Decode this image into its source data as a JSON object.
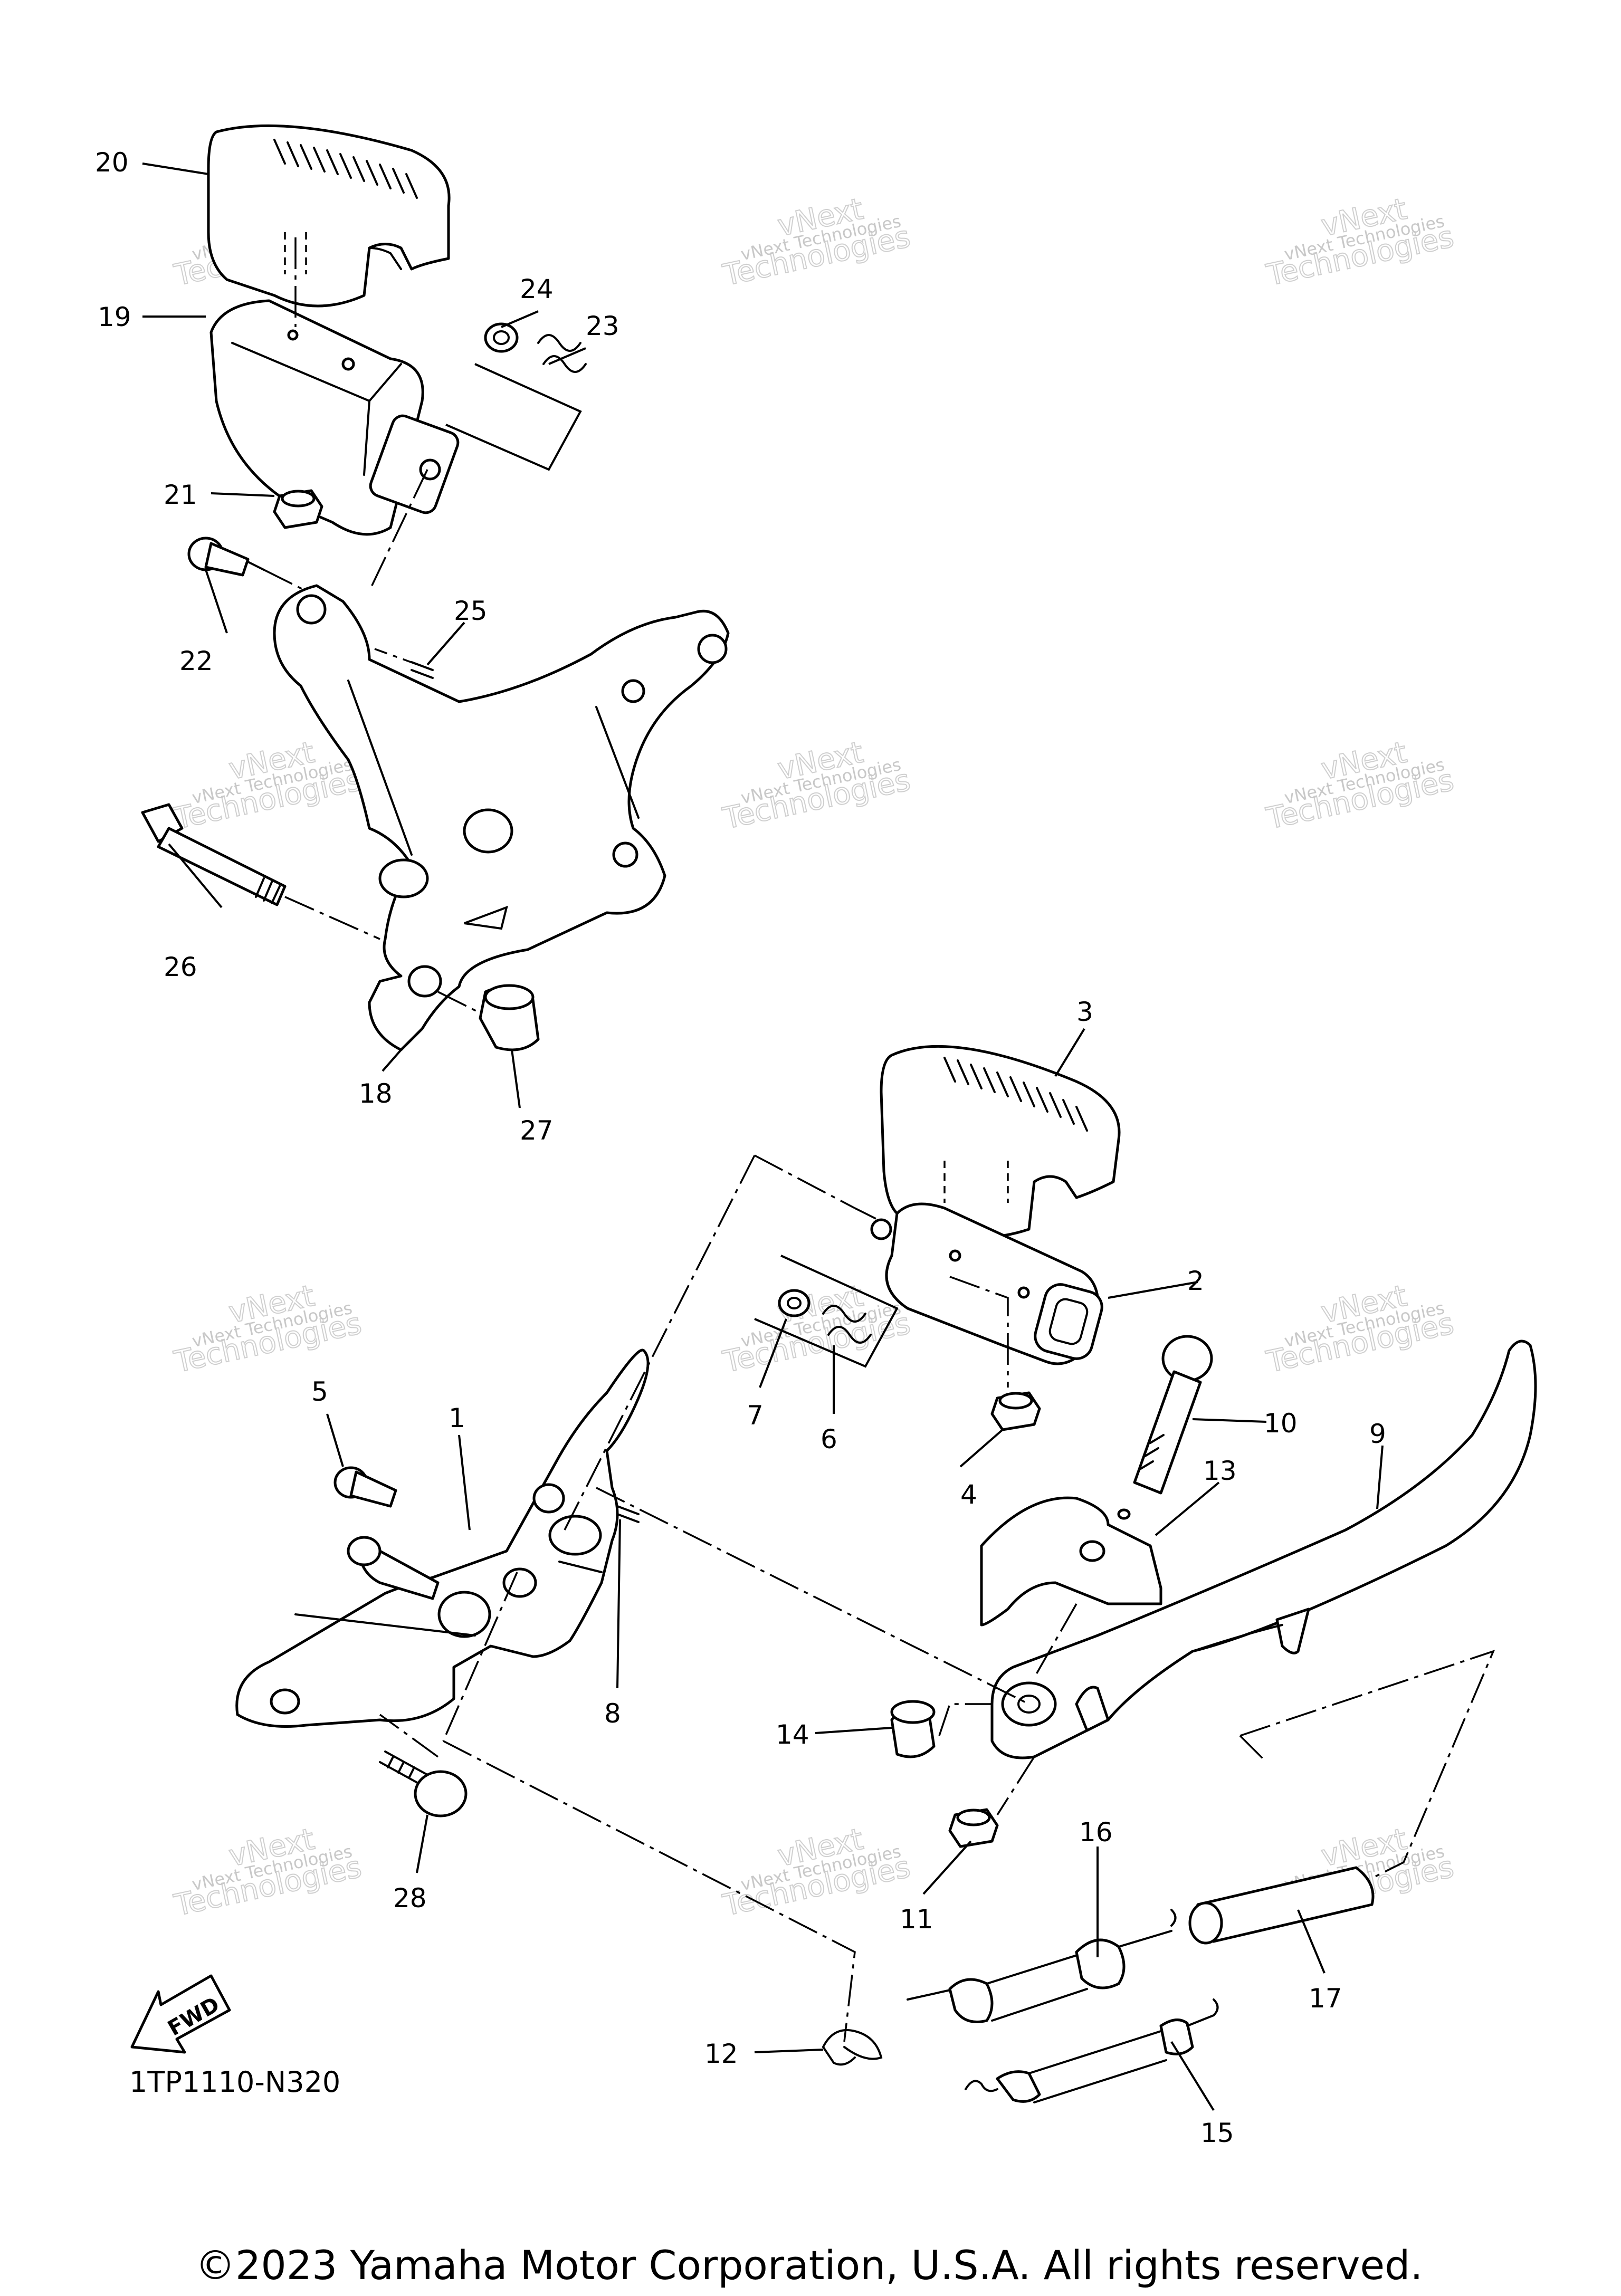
{
  "diagram_code": "1TP1110-N320",
  "copyright": "©2023 Yamaha Motor Corporation, U.S.A. All rights reserved.",
  "fwd_label": "FWD",
  "watermark": {
    "line1": "vNext Technologies",
    "line2": "vNext",
    "line3": "Technologies"
  },
  "callouts": [
    {
      "id": "1",
      "label": "1"
    },
    {
      "id": "2",
      "label": "2"
    },
    {
      "id": "3",
      "label": "3"
    },
    {
      "id": "4",
      "label": "4"
    },
    {
      "id": "5",
      "label": "5"
    },
    {
      "id": "6",
      "label": "6"
    },
    {
      "id": "7",
      "label": "7"
    },
    {
      "id": "8",
      "label": "8"
    },
    {
      "id": "9",
      "label": "9"
    },
    {
      "id": "10",
      "label": "10"
    },
    {
      "id": "11",
      "label": "11"
    },
    {
      "id": "12",
      "label": "12"
    },
    {
      "id": "13",
      "label": "13"
    },
    {
      "id": "14",
      "label": "14"
    },
    {
      "id": "15",
      "label": "15"
    },
    {
      "id": "16",
      "label": "16"
    },
    {
      "id": "17",
      "label": "17"
    },
    {
      "id": "18",
      "label": "18"
    },
    {
      "id": "19",
      "label": "19"
    },
    {
      "id": "20",
      "label": "20"
    },
    {
      "id": "21",
      "label": "21"
    },
    {
      "id": "22",
      "label": "22"
    },
    {
      "id": "23",
      "label": "23"
    },
    {
      "id": "24",
      "label": "24"
    },
    {
      "id": "25",
      "label": "25"
    },
    {
      "id": "26",
      "label": "26"
    },
    {
      "id": "27",
      "label": "27"
    },
    {
      "id": "28",
      "label": "28"
    }
  ]
}
